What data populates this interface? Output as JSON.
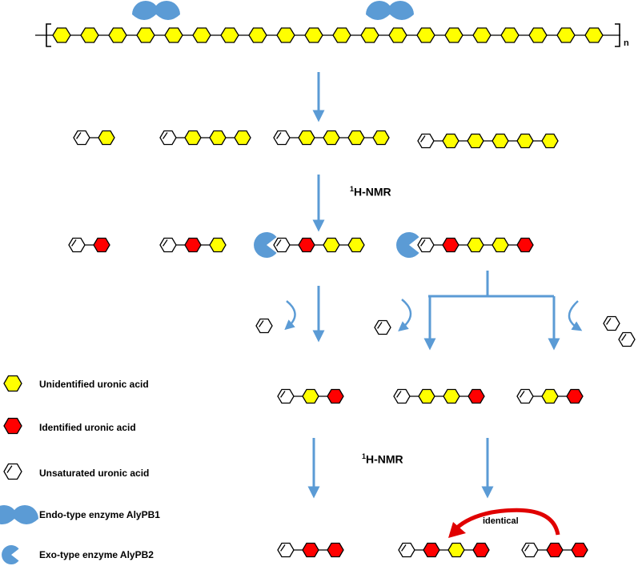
{
  "colors": {
    "unidentified": "#ffff00",
    "identified": "#ff0000",
    "unsaturated": "#ffffff",
    "enzyme": "#5b9bd5",
    "arrow": "#5b9bd5",
    "identical_arrow": "#e00000"
  },
  "polymer": {
    "repeat_label": "n"
  },
  "nmr": {
    "label_main": "H-NMR",
    "label_sup": "1"
  },
  "identical_label": "identical",
  "legend": [
    {
      "symbol": "yellow-hexagon",
      "text": "Unidentified uronic acid"
    },
    {
      "symbol": "red-hexagon",
      "text": "Identified uronic acid"
    },
    {
      "symbol": "unsaturated-hexagon",
      "text": "Unsaturated uronic acid"
    },
    {
      "symbol": "endo-enzyme-icon",
      "text": "Endo-type enzyme AlyPB1"
    },
    {
      "symbol": "exo-enzyme-icon",
      "text": "Exo-type enzyme AlyPB2"
    }
  ]
}
